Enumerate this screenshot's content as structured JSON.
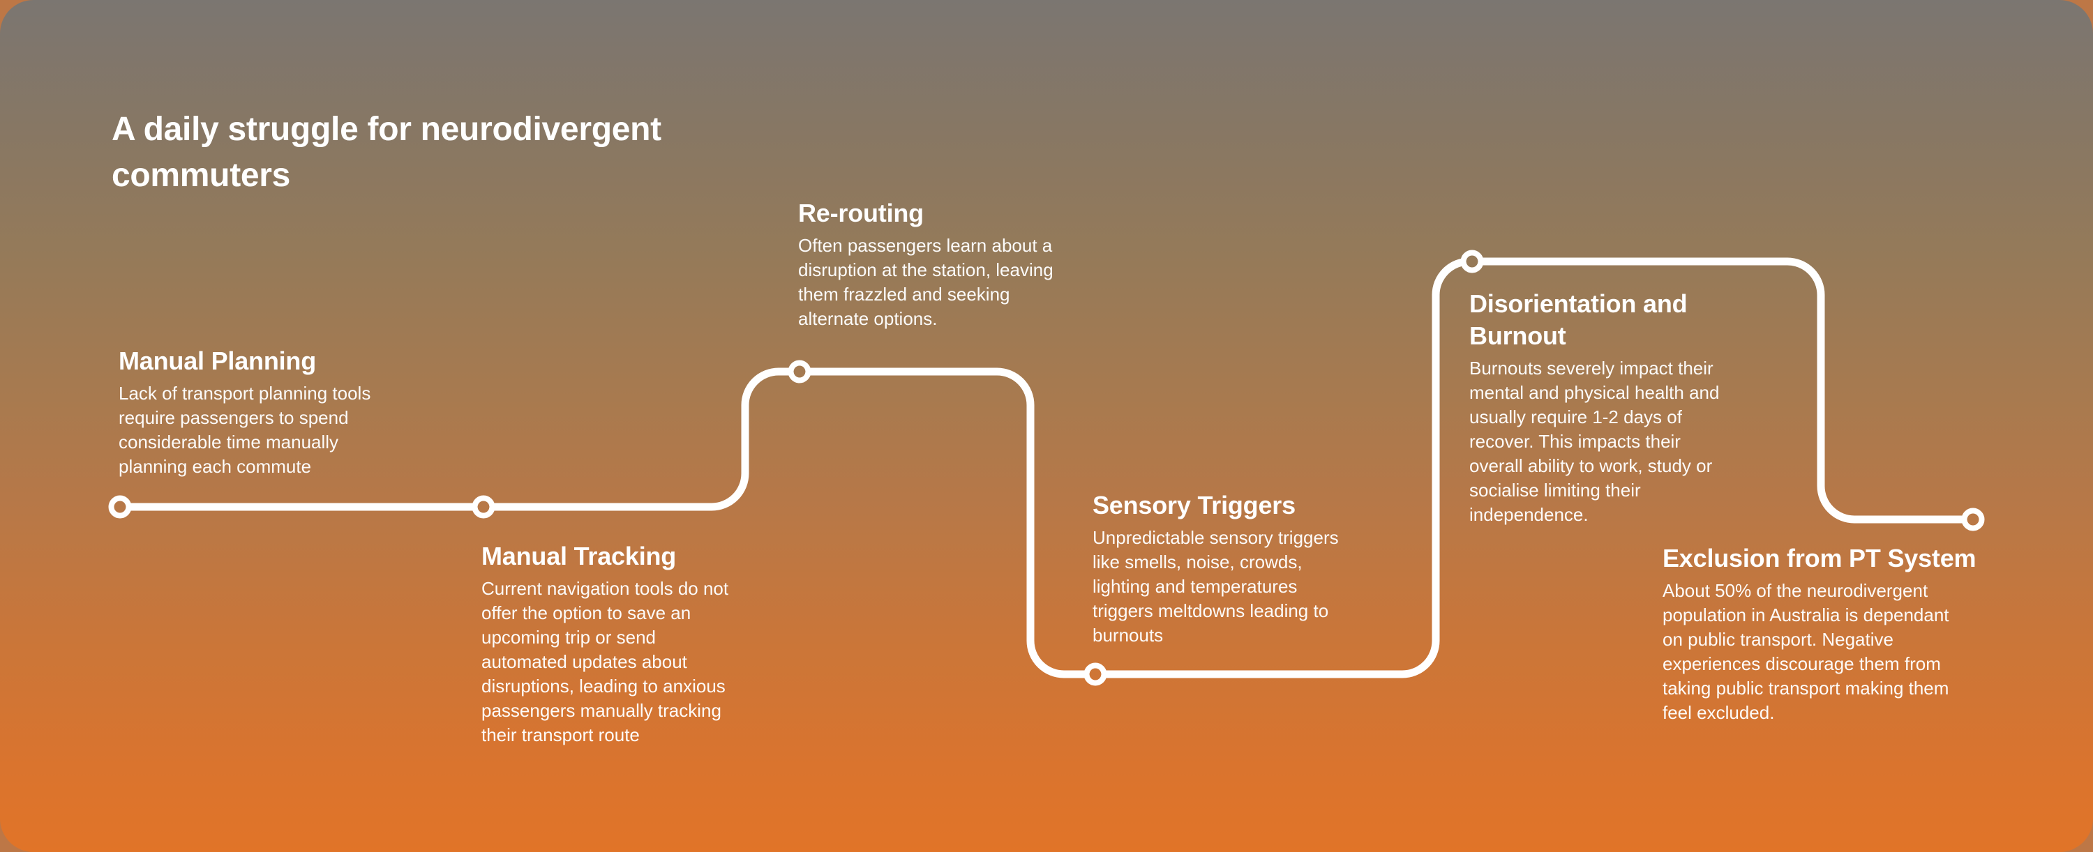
{
  "title": "A daily struggle for neurodivergent\ncommuters",
  "colors": {
    "backdrop": "#bd7746",
    "card_gradient_top": "#7b7671",
    "card_gradient_bottom": "#e17428",
    "route_line": "#ffffff",
    "text": "#ffffff"
  },
  "milestones": [
    {
      "title": "Manual Planning",
      "body": "Lack of transport planning tools\nrequire passengers to spend\nconsiderable time manually\nplanning each commute"
    },
    {
      "title": "Manual Tracking",
      "body": "Current navigation tools do not\noffer the option to save an\nupcoming trip or send\nautomated updates about\ndisruptions, leading to anxious\npassengers manually tracking\ntheir transport route"
    },
    {
      "title": "Re-routing",
      "body": "Often passengers learn about a\ndisruption at the station, leaving\nthem frazzled and seeking\nalternate options."
    },
    {
      "title": "Sensory Triggers",
      "body": "Unpredictable sensory triggers\nlike smells, noise, crowds,\nlighting and temperatures\ntriggers meltdowns leading to\nburnouts"
    },
    {
      "title": "Disorientation and\nBurnout",
      "body": "Burnouts severely impact their\nmental and physical health and\nusually require 1-2 days of\nrecover. This impacts their\noverall ability to work, study or\nsocialise limiting their\nindependence."
    },
    {
      "title": "Exclusion from PT System",
      "body": "About 50% of the neurodivergent\npopulation in Australia is dependant\non public transport. Negative\nexperiences discourage them from\ntaking public transport making them\nfeel excluded."
    }
  ]
}
